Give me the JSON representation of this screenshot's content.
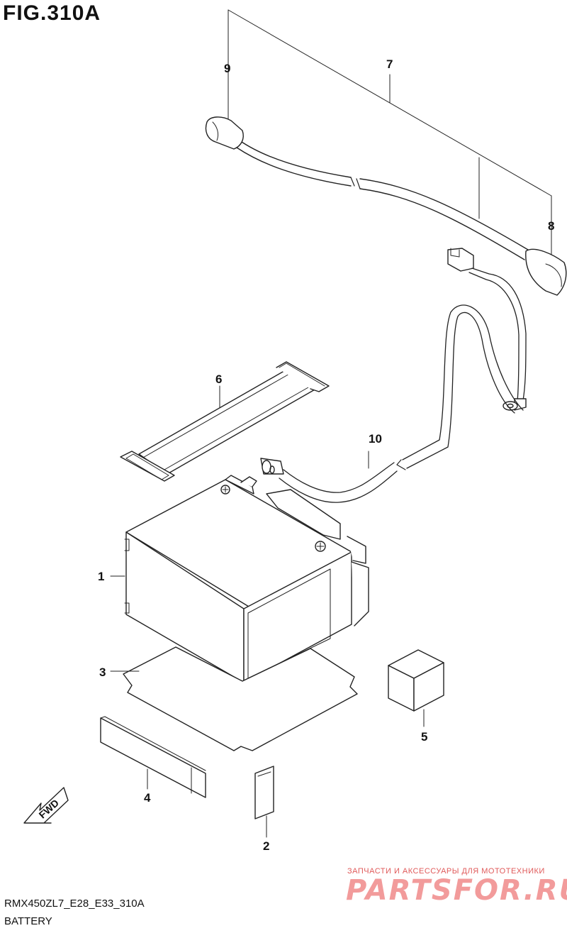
{
  "figure": {
    "title": "FIG.310A",
    "code": "RMX450ZL7_E28_E33_310A",
    "name": "BATTERY"
  },
  "callouts": [
    "1",
    "2",
    "3",
    "4",
    "5",
    "6",
    "7",
    "8",
    "9",
    "10"
  ],
  "fwd_label": "FWD",
  "watermark": {
    "line": "ЗАПЧАСТИ И АКСЕССУАРЫ ДЛЯ МОТОТЕХНИКИ",
    "logo": "PARTSFOR.RU"
  }
}
